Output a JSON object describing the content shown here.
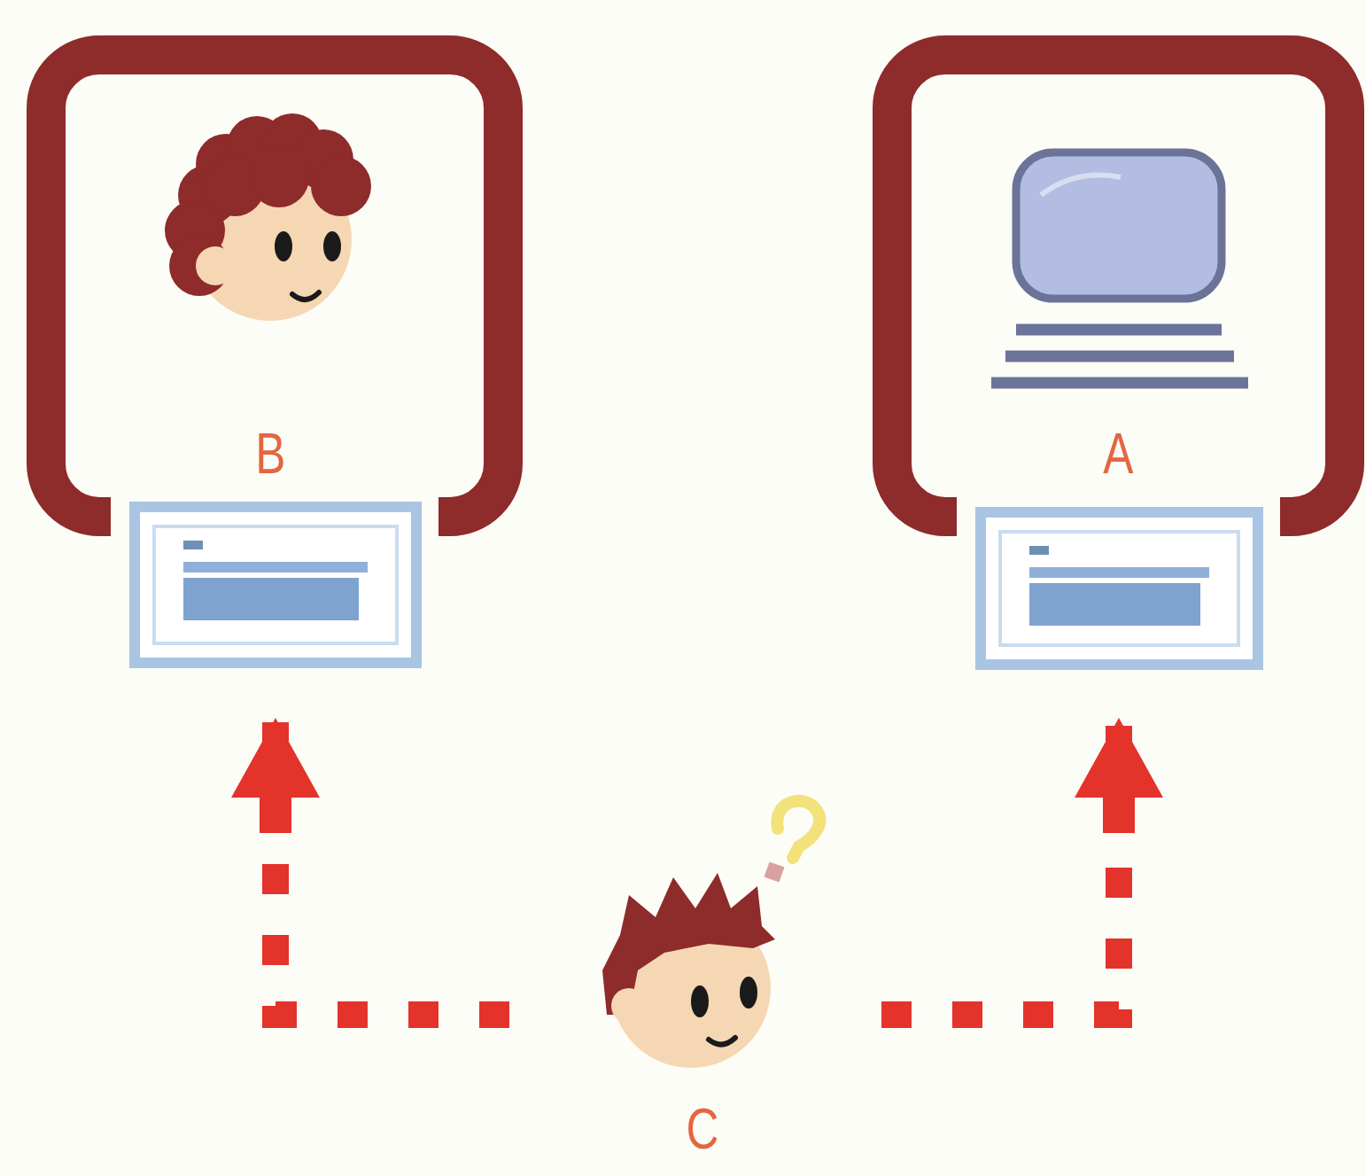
{
  "diagram": {
    "nodes": [
      {
        "text": [
          "B"
        ]
      },
      {
        "text": [
          "A"
        ]
      },
      {
        "text": [
          "C"
        ]
      }
    ],
    "edges": [
      {
        "from": 2,
        "to": 0,
        "arrow": "to"
      },
      {
        "from": 2,
        "to": 1,
        "arrow": "to"
      }
    ]
  }
}
